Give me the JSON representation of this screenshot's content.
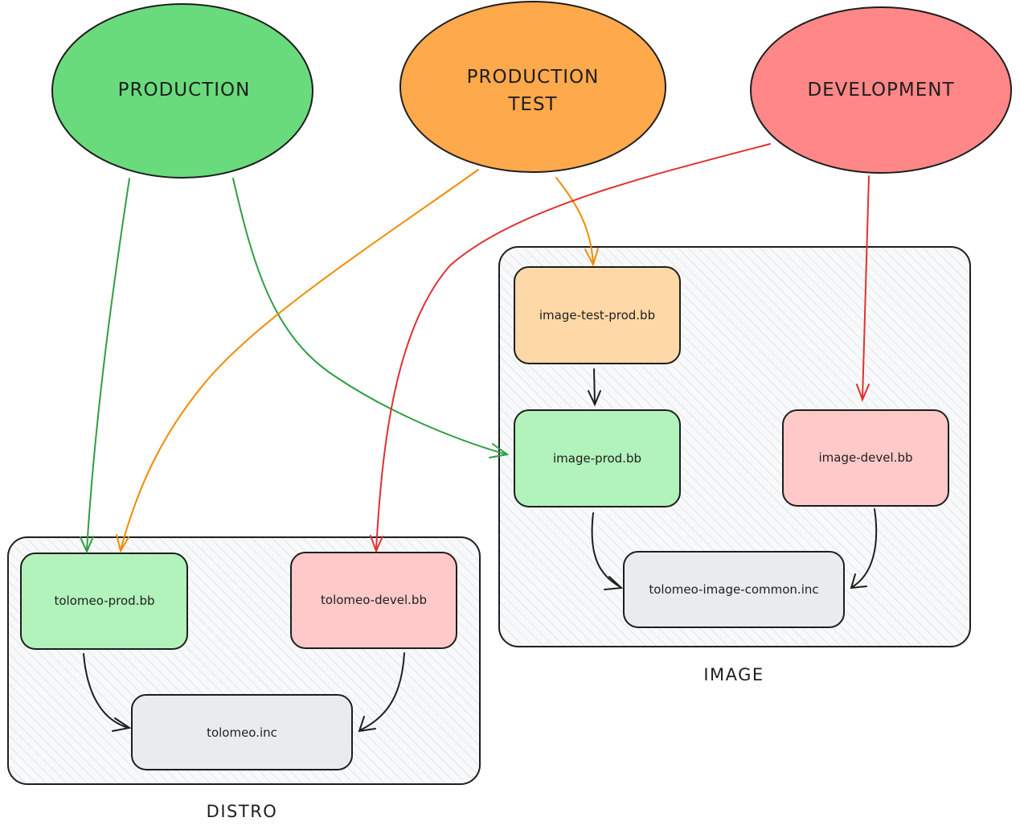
{
  "environments": {
    "production": {
      "label": "PRODUCTION",
      "color": "#69db7c"
    },
    "production_test": {
      "label_line1": "PRODUCTION",
      "label_line2": "TEST",
      "color": "#ffa94d"
    },
    "development": {
      "label": "DEVELOPMENT",
      "color": "#ff8787"
    }
  },
  "groups": {
    "image": {
      "label": "IMAGE"
    },
    "distro": {
      "label": "DISTRO"
    }
  },
  "nodes": {
    "image_test_prod": {
      "label": "image-test-prod.bb",
      "color": "#ffd8a8"
    },
    "image_prod": {
      "label": "image-prod.bb",
      "color": "#b2f2bb"
    },
    "image_devel": {
      "label": "image-devel.bb",
      "color": "#ffc9c9"
    },
    "image_common": {
      "label": "tolomeo-image-common.inc",
      "color": "#e9ecef"
    },
    "tolomeo_prod": {
      "label": "tolomeo-prod.bb",
      "color": "#b2f2bb"
    },
    "tolomeo_devel": {
      "label": "tolomeo-devel.bb",
      "color": "#ffc9c9"
    },
    "tolomeo_inc": {
      "label": "tolomeo.inc",
      "color": "#e9ecef"
    }
  },
  "edge_colors": {
    "production": "#2f9e44",
    "production_test": "#f08c00",
    "development": "#e03131",
    "internal": "#1e1e1e"
  }
}
